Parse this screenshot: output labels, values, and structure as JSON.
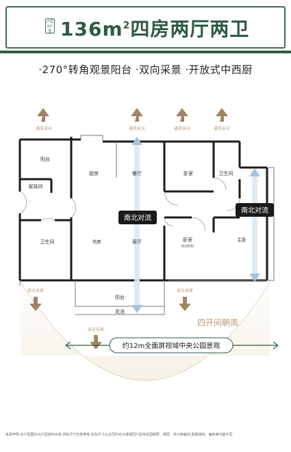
{
  "header": {
    "tag": "户型 A户型",
    "title": "136m",
    "title_sup": "2",
    "title_rest": "四房两厅两卫"
  },
  "features": "·270°转角观景阳台 ·双向采景 ·开放式中西厨",
  "ventilation_label": "通风采光",
  "lighting_label": "采光采景",
  "rooms": {
    "balcony_top": "阳台",
    "laundry": "家政间",
    "kitchen": "厨房",
    "dining": "餐厅",
    "bedroom_top": "卧室",
    "bathroom_top": "卫生间",
    "bathroom_left": "卫生间",
    "study": "书房",
    "living": "客厅",
    "bedroom_mid": "卧室",
    "bedroom_mid_note": "(标注卧室)",
    "master": "主卧",
    "balcony_bottom": "阳台",
    "planter": "花池"
  },
  "labels": {
    "north_south_1": "南北对流",
    "north_south_2": "南北对流",
    "four_bays": "四开间朝南",
    "park_view": "约12m全面屏视域中央公园景观"
  },
  "disclaimer": "免责声明:本户型图仅为户型结构示意,所标尺寸仅供参考,实际尺寸以合同约定为准相同户型单位因楼层、楼层、单元等差别,局部结构、面积等可能不同",
  "colors": {
    "green": "#2d5a44",
    "arrow_brown": "#b89a78",
    "arrow_blue": "#a7c3dc",
    "wall": "#1a1a1a"
  }
}
